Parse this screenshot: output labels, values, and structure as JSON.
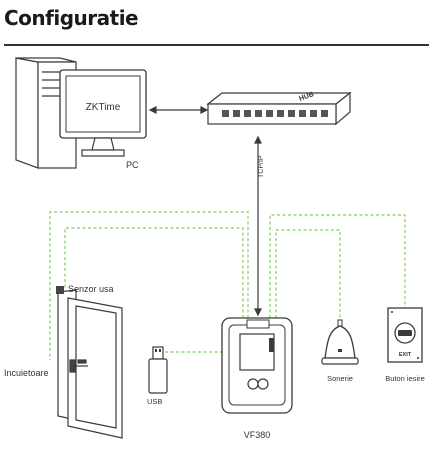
{
  "title": "Configuratie",
  "labels": {
    "monitor_screen": "ZKTime",
    "pc": "PC",
    "hub": "HUB",
    "tcpip": "TCP/IP",
    "door_sensor": "Senzor usa",
    "lock": "Incuietoare",
    "usb": "USB",
    "device": "VF380",
    "bell": "Sonerie",
    "exit_button_label": "Buton iesire",
    "exit_text": "EXIT"
  },
  "colors": {
    "line": "#3a3a3a",
    "dashed": "#7fcf5f",
    "bg": "#ffffff"
  }
}
